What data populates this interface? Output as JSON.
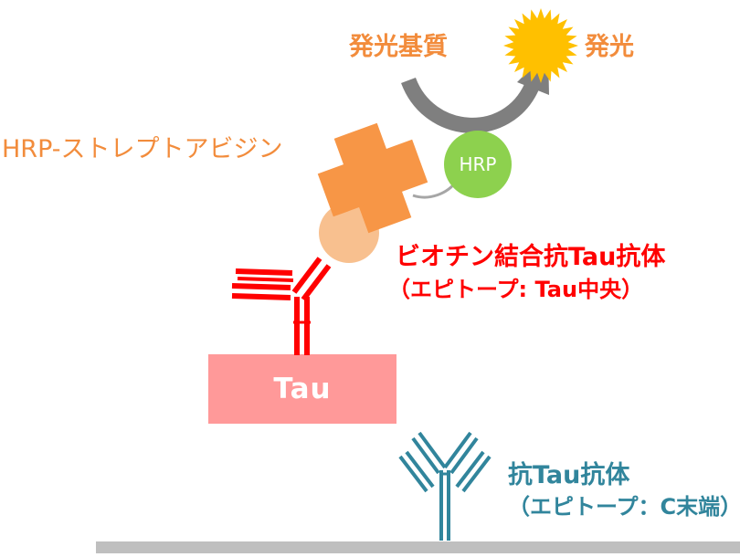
{
  "labels": {
    "substrate": "発光基質",
    "emission": "発光",
    "hrp_badge": "HRP",
    "streptavidin": "HRP-ストレプトアビジン",
    "biotin_antibody": "ビオチン結合抗Tau抗体",
    "biotin_epitope": "（エピトープ: Tau中央）",
    "tau": "Tau",
    "capture_antibody": "抗Tau抗体",
    "capture_epitope": "（エピトープ：C末端）"
  },
  "colors": {
    "orange_text": "#F28C3C",
    "streptavidin": "#F79646",
    "biotin": "#F8C08F",
    "hrp": "#8DD14E",
    "red": "#FF0000",
    "tau_box": "#FF9999",
    "teal": "#31859C",
    "sun": "#FFC000",
    "arrow": "#7F7F7F",
    "plate": "#BFBFBF"
  }
}
